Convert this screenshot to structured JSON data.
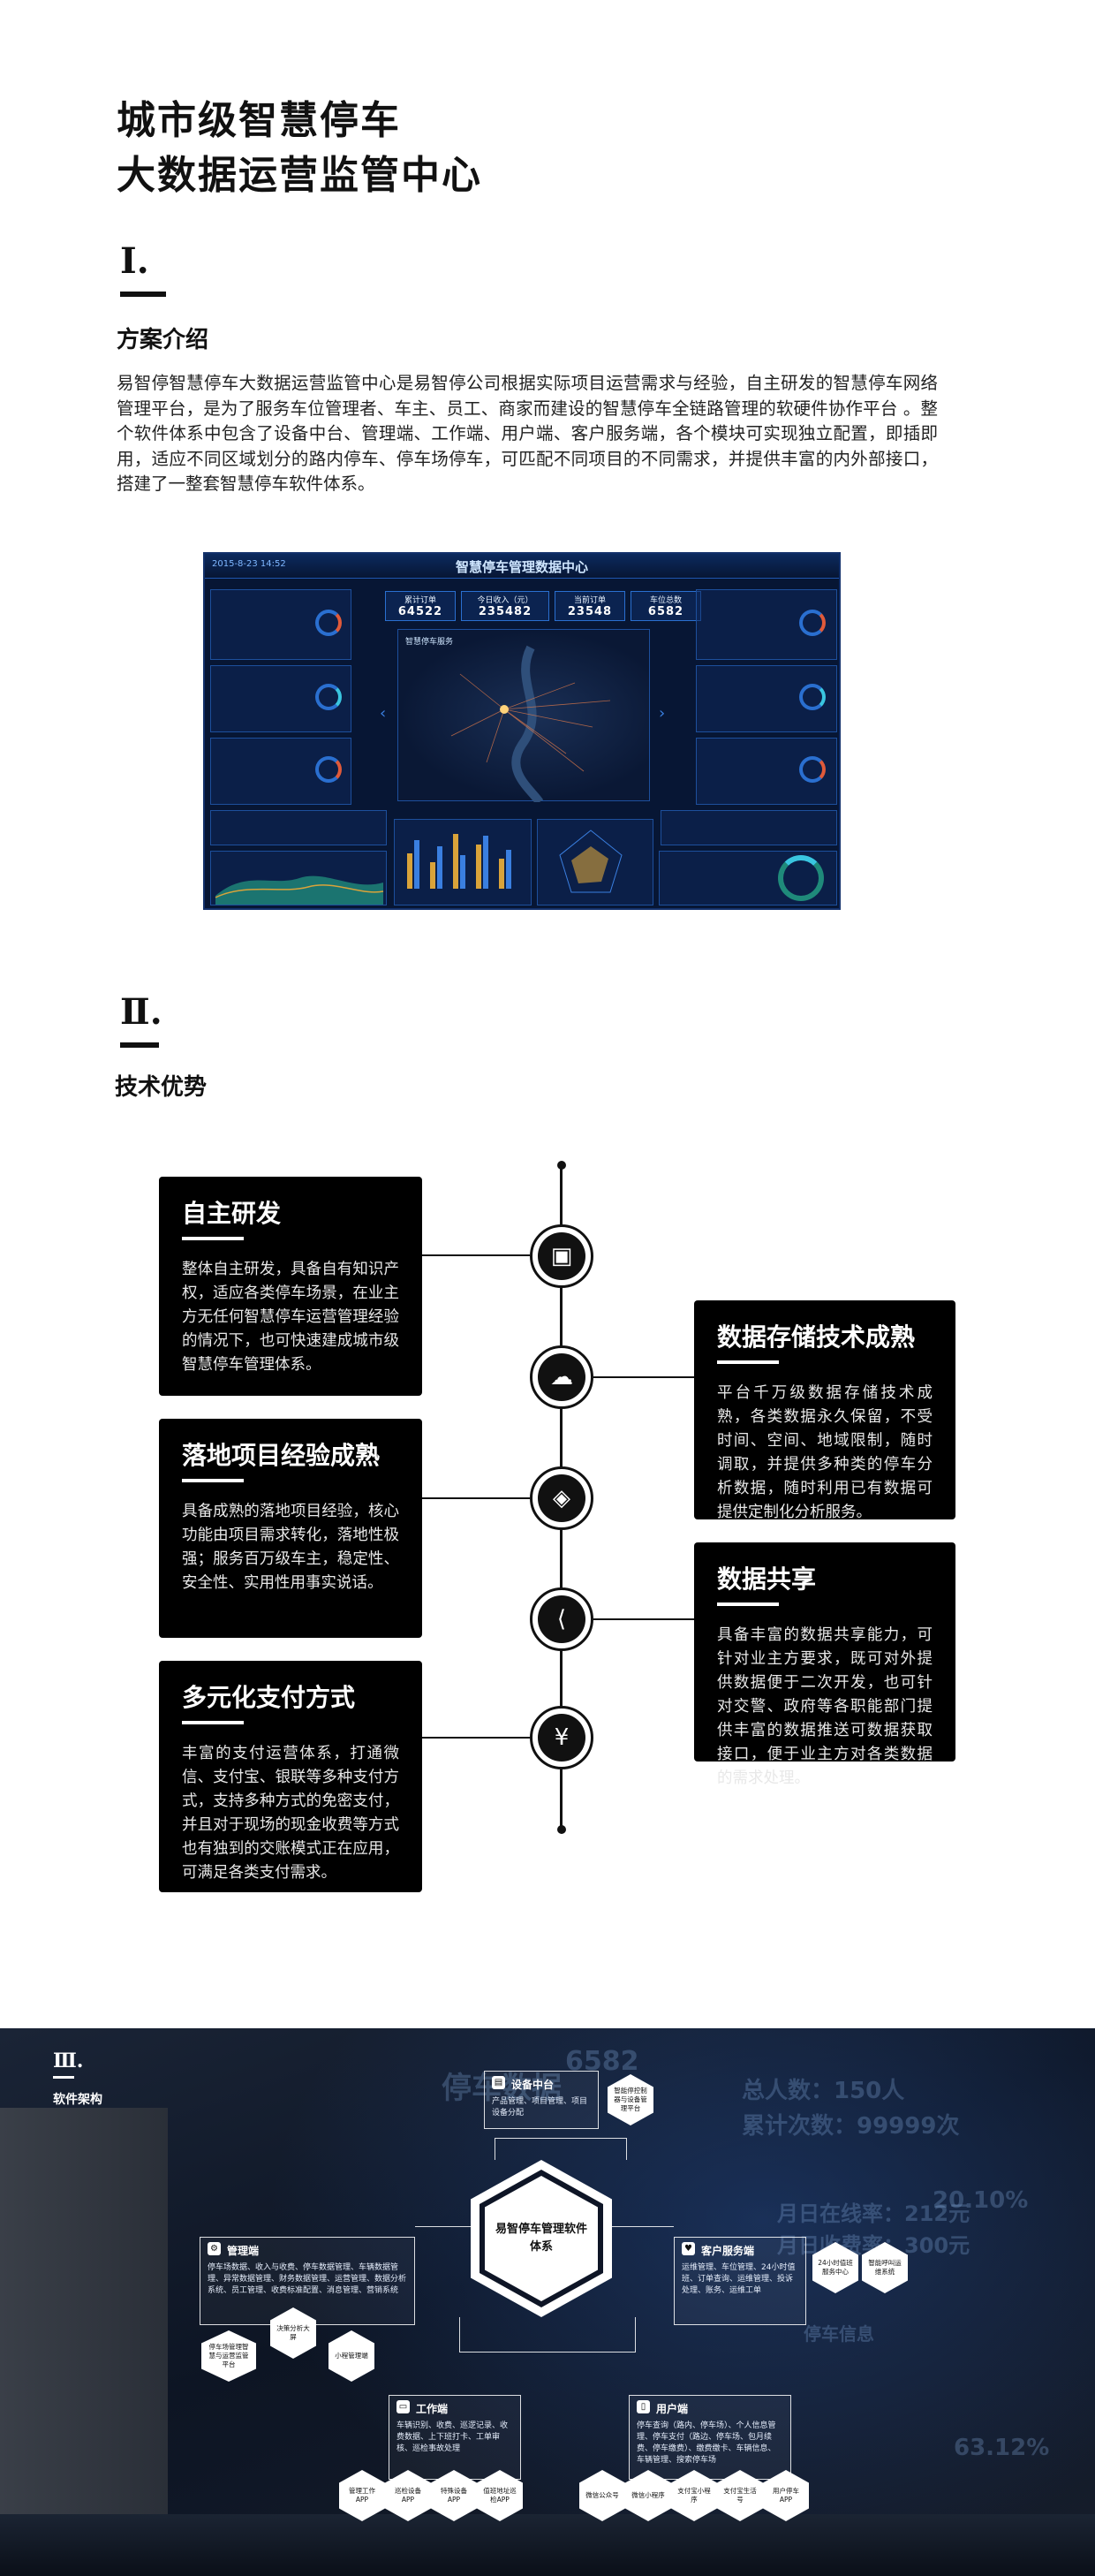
{
  "title": [
    "城市级智慧停车",
    "大数据运营监管中心"
  ],
  "section1": {
    "roman": "Ⅰ.",
    "heading": "方案介绍",
    "paragraph": "易智停智慧停车大数据运营监管中心是易智停公司根据实际项目运营需求与经验，自主研发的智慧停车网络管理平台，是为了服务车位管理者、车主、员工、商家而建设的智慧停车全链路管理的软硬件协作平台 。整个软件体系中包含了设备中台、管理端、工作端、用户端、客户服务端，各个模块可实现独立配置，即插即用，适应不同区域划分的路内停车、停车场停车，可匹配不同项目的不同需求，并提供丰富的内外部接口，搭建了一整套智慧停车软件体系。"
  },
  "dashboard": {
    "date": "2015-8-23 14:52",
    "title": "智慧停车管理数据中心",
    "kpis": [
      {
        "label": "累计订单",
        "value": "64522"
      },
      {
        "label": "今日收入（元）",
        "value": "235482"
      },
      {
        "label": "当前订单",
        "value": "23548"
      },
      {
        "label": "车位总数",
        "value": "6582"
      }
    ],
    "map_title": "智慧停车服务",
    "colors": {
      "bg": "#071634",
      "accent": "#2a6fd0",
      "orange": "#e05a3a"
    }
  },
  "section2": {
    "roman": "Ⅱ.",
    "heading": "技术优势",
    "cards": [
      {
        "title": "自主研发",
        "text": "整体自主研发，具备自有知识产权，适应各类停车场景，在业主方无任何智慧停车运营管理经验的情况下，也可快速建成城市级智慧停车管理体系。",
        "icon": "chip-icon"
      },
      {
        "title": "数据存储技术成熟",
        "text": "平台千万级数据存储技术成熟，各类数据永久保留，不受时间、空间、地域限制，随时调取，并提供多种类的停车分析数据，随时利用已有数据可提供定制化分析服务。",
        "icon": "cloud-icon"
      },
      {
        "title": "落地项目经验成熟",
        "text": "具备成熟的落地项目经验，核心功能由项目需求转化，落地性极强；服务百万级车主，稳定性、安全性、实用性用事实说话。",
        "icon": "box-icon"
      },
      {
        "title": "数据共享",
        "text": "具备丰富的数据共享能力，可针对业主方要求，既可对外提供数据便于二次开发，也可针对交警、政府等各职能部门提供丰富的数据推送可数据获取接口，便于业主方对各类数据的需求处理。",
        "icon": "share-icon"
      },
      {
        "title": "多元化支付方式",
        "text": "丰富的支付运营体系，打通微信、支付宝、银联等多种支付方式，支持多种方式的免密支付，并且对于现场的现金收费等方式也有独到的交账模式正在应用，可满足各类支付需求。",
        "icon": "yen-icon"
      }
    ],
    "node_glyphs": [
      "▣",
      "☁",
      "◈",
      "⟨",
      "¥"
    ]
  },
  "section3": {
    "roman": "Ⅲ.",
    "heading": "软件架构",
    "center": "易智停车管理软件体系",
    "device": {
      "title": "设备中台",
      "desc": "产品管理、项目管理、项目设备分配",
      "hex": "智能停控制器与设备管理平台"
    },
    "manage": {
      "title": "管理端",
      "desc": "停车场数据、收入与收费、停车数据管理、车辆数据管理、异常数据管理、财务数据管理、运营管理、数据分析系统、员工管理、收费标准配置、消息管理、营销系统",
      "hexes": [
        "停车场管理智慧与运营监管平台",
        "决策分析大屏",
        "小程管理端"
      ]
    },
    "service": {
      "title": "客户服务端",
      "desc": "运维管理、车位管理、24小时值班、订单查询、运维管理、投诉处理、账务、运维工单",
      "hexes": [
        "24小时值班服务中心",
        "智能呼叫运维系统"
      ]
    },
    "work": {
      "title": "工作端",
      "desc": "车辆识别、收费、巡逻记录、收费数据、上下班打卡、工单审核、巡检事故处理",
      "hexes": [
        "管理工作APP",
        "巡检设备APP",
        "特殊设备APP",
        "值班地址巡检APP"
      ]
    },
    "user": {
      "title": "用户端",
      "desc": "停车查询（路内、停车场）、个人信息管理、停车支付（路边、停车场、包月续费、停车缴费）、缴费缴卡、车辆信息、车辆管理、搜索停车场",
      "hexes": [
        "微信公众号",
        "微信小程序",
        "支付宝小程序",
        "支付宝生活号",
        "用户停车APP"
      ]
    },
    "background_text": [
      "停车数据",
      "6582",
      "总人数：150人",
      "累计次数：99999次",
      "月日在线率：212元",
      "月日收费率：300元",
      "20.10%",
      "63.12%",
      "停车信息"
    ]
  }
}
